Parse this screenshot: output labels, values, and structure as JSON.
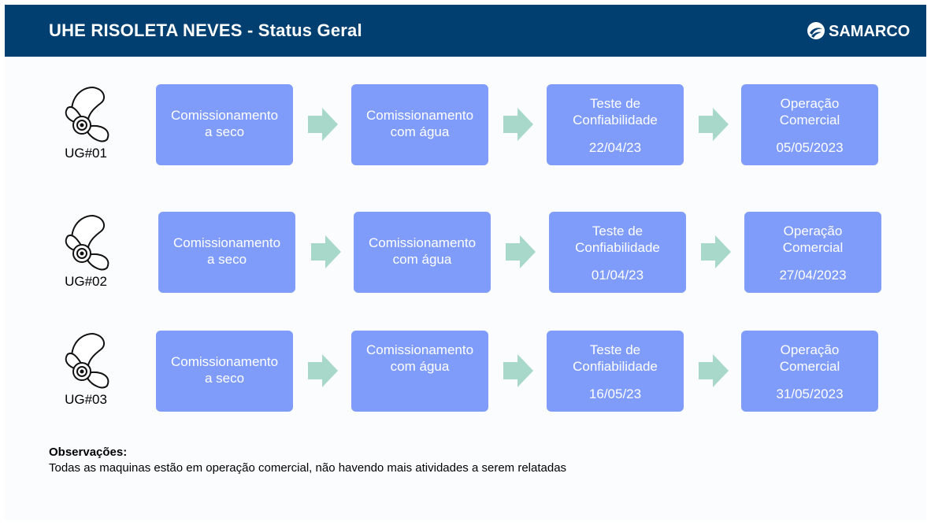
{
  "header": {
    "title": "UHE RISOLETA NEVES -  Status Geral",
    "logo_text": "SAMARCO",
    "logo_icon": "samarco-swirl-icon"
  },
  "units": [
    {
      "label": "UG#01",
      "icon": "turbine-propeller-icon",
      "stages": [
        {
          "line1": "Comissionamento",
          "line2": "a seco"
        },
        {
          "line1": "Comissionamento",
          "line2": "com água"
        },
        {
          "line1": "Teste de",
          "line2": "Confiabilidade",
          "date": "22/04/23"
        },
        {
          "line1": "Operação",
          "line2": "Comercial",
          "date": "05/05/2023"
        }
      ]
    },
    {
      "label": "UG#02",
      "icon": "turbine-propeller-icon",
      "stages": [
        {
          "line1": "Comissionamento",
          "line2": "a seco"
        },
        {
          "line1": "Comissionamento",
          "line2": "com água"
        },
        {
          "line1": "Teste de",
          "line2": "Confiabilidade",
          "date": "01/04/23"
        },
        {
          "line1": "Operação",
          "line2": "Comercial",
          "date": "27/04/2023"
        }
      ]
    },
    {
      "label": "UG#03",
      "icon": "turbine-propeller-icon",
      "stages": [
        {
          "line1": "Comissionamento",
          "line2": "a seco"
        },
        {
          "line1": "Comissionamento",
          "line2": "com água"
        },
        {
          "line1": "Teste de",
          "line2": "Confiabilidade",
          "date": "16/05/23"
        },
        {
          "line1": "Operação",
          "line2": "Comercial",
          "date": "31/05/2023"
        }
      ]
    }
  ],
  "notes": {
    "title": "Observações:",
    "text": "Todas as maquinas estão em operação comercial, não havendo mais atividades a serem relatadas"
  },
  "colors": {
    "header_bg": "#003f6f",
    "stage_fill": "#7f9cfb",
    "arrow_fill": "#a7d8c9"
  }
}
